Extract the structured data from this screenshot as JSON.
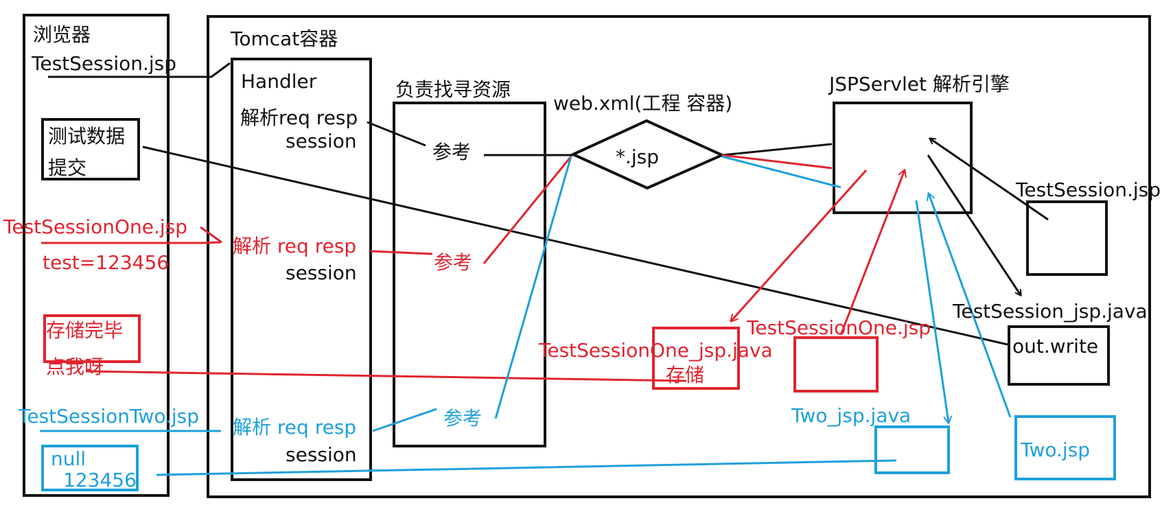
{
  "colors": {
    "black": "#111111",
    "red": "#e0242f",
    "blue": "#1ea0dc"
  },
  "browser": {
    "title": "浏览器",
    "page": "TestSession.jsp",
    "submit_line1": "测试数据",
    "submit_line2": "提交",
    "one_page": "TestSessionOne.jsp",
    "one_param": "test=123456",
    "stored_line1": "存储完毕",
    "stored_line2": "点我呀",
    "two_page": "TestSessionTwo.jsp",
    "null_line1": "null",
    "null_line2": "123456"
  },
  "tomcat": {
    "title": "Tomcat容器",
    "handler": "Handler",
    "parse1_line1": "解析req resp",
    "parse1_line2": "session",
    "parse2_line1": "解析 req resp",
    "parse2_line2": "session",
    "parse3_line1": "解析 req resp",
    "parse3_line2": "session"
  },
  "resource": {
    "title": "负责找寻资源",
    "ref1": "参考",
    "ref2": "参考",
    "ref3": "参考"
  },
  "webxml": {
    "title": "web.xml(工程 容器)",
    "pattern": "*.jsp"
  },
  "jspservlet": {
    "title": "JSPServlet  解析引擎"
  },
  "right": {
    "ts_jsp": "TestSession.jsp",
    "ts_java": "TestSession_jsp.java",
    "out_write": "out.write",
    "one_java": "TestSessionOne_jsp.java",
    "one_store": "存储",
    "one_jsp": "TestSessionOne.jsp",
    "two_java": "Two_jsp.java",
    "two_jsp": "Two.jsp"
  }
}
